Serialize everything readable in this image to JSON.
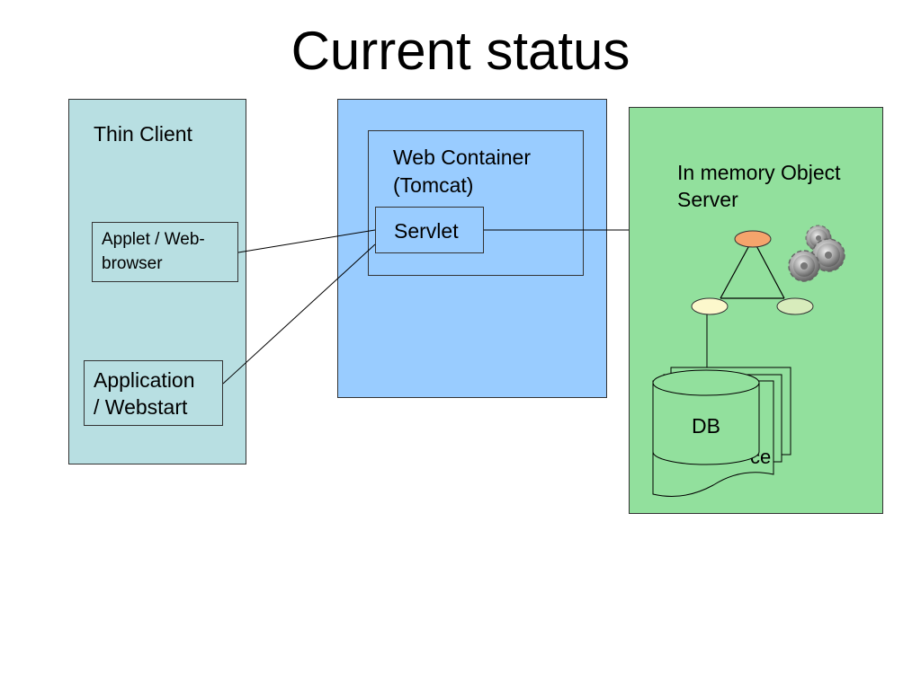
{
  "title": "Current status",
  "panels": {
    "thin_client": {
      "label": "Thin Client",
      "color": "#b8dfe2"
    },
    "web": {
      "color": "#99ccff"
    },
    "object_server": {
      "label_line1": "In memory Object",
      "label_line2": "Server",
      "color": "#92e09d"
    }
  },
  "boxes": {
    "web_container": {
      "line1": "Web Container",
      "line2": "(Tomcat)"
    },
    "servlet": {
      "label": "Servlet"
    },
    "applet": {
      "line1": "Applet / Web-",
      "line2": "browser"
    },
    "application": {
      "line1": "Application",
      "line2": "/ Webstart"
    }
  },
  "database": {
    "label": "DB",
    "hidden_label_fragment": "ce"
  },
  "node_colors": {
    "top": "#f5a46c",
    "left": "#fcf8cc",
    "right": "#d8ecbc"
  }
}
